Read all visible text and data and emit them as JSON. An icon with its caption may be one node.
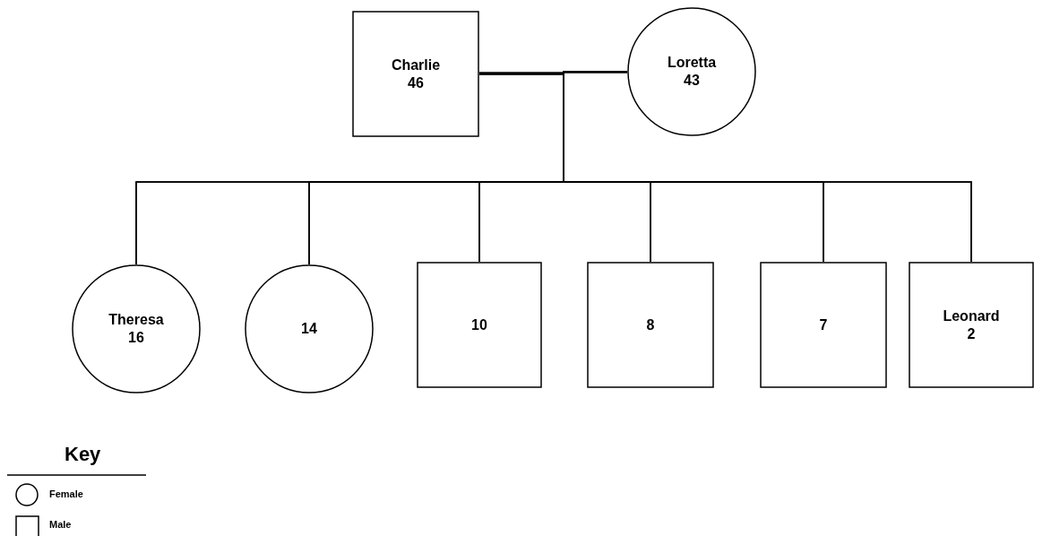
{
  "diagram": {
    "nodes": [
      {
        "text": [
          "Charlie",
          "46"
        ]
      },
      {
        "text": [
          "Loretta",
          "43"
        ]
      },
      {
        "text": [
          "Theresa",
          "16"
        ]
      },
      {
        "text": [
          "14"
        ]
      },
      {
        "text": [
          "10"
        ]
      },
      {
        "text": [
          "8"
        ]
      },
      {
        "text": [
          "7"
        ]
      },
      {
        "text": [
          "Leonard",
          "2"
        ]
      }
    ],
    "edges": [
      {
        "from": 0,
        "to": 1,
        "arrow": "none"
      },
      {
        "from": 0,
        "to": 2,
        "arrow": "none"
      },
      {
        "from": 0,
        "to": 3,
        "arrow": "none"
      },
      {
        "from": 0,
        "to": 4,
        "arrow": "none"
      },
      {
        "from": 0,
        "to": 5,
        "arrow": "none"
      },
      {
        "from": 0,
        "to": 6,
        "arrow": "none"
      },
      {
        "from": 0,
        "to": 7,
        "arrow": "none"
      },
      {
        "from": 1,
        "to": 2,
        "arrow": "none"
      },
      {
        "from": 1,
        "to": 3,
        "arrow": "none"
      },
      {
        "from": 1,
        "to": 4,
        "arrow": "none"
      },
      {
        "from": 1,
        "to": 5,
        "arrow": "none"
      },
      {
        "from": 1,
        "to": 6,
        "arrow": "none"
      },
      {
        "from": 1,
        "to": 7,
        "arrow": "none"
      }
    ],
    "labels": [
      "Key"
    ],
    "legend": [
      {
        "text": "Female"
      },
      {
        "text": "Male"
      }
    ]
  }
}
